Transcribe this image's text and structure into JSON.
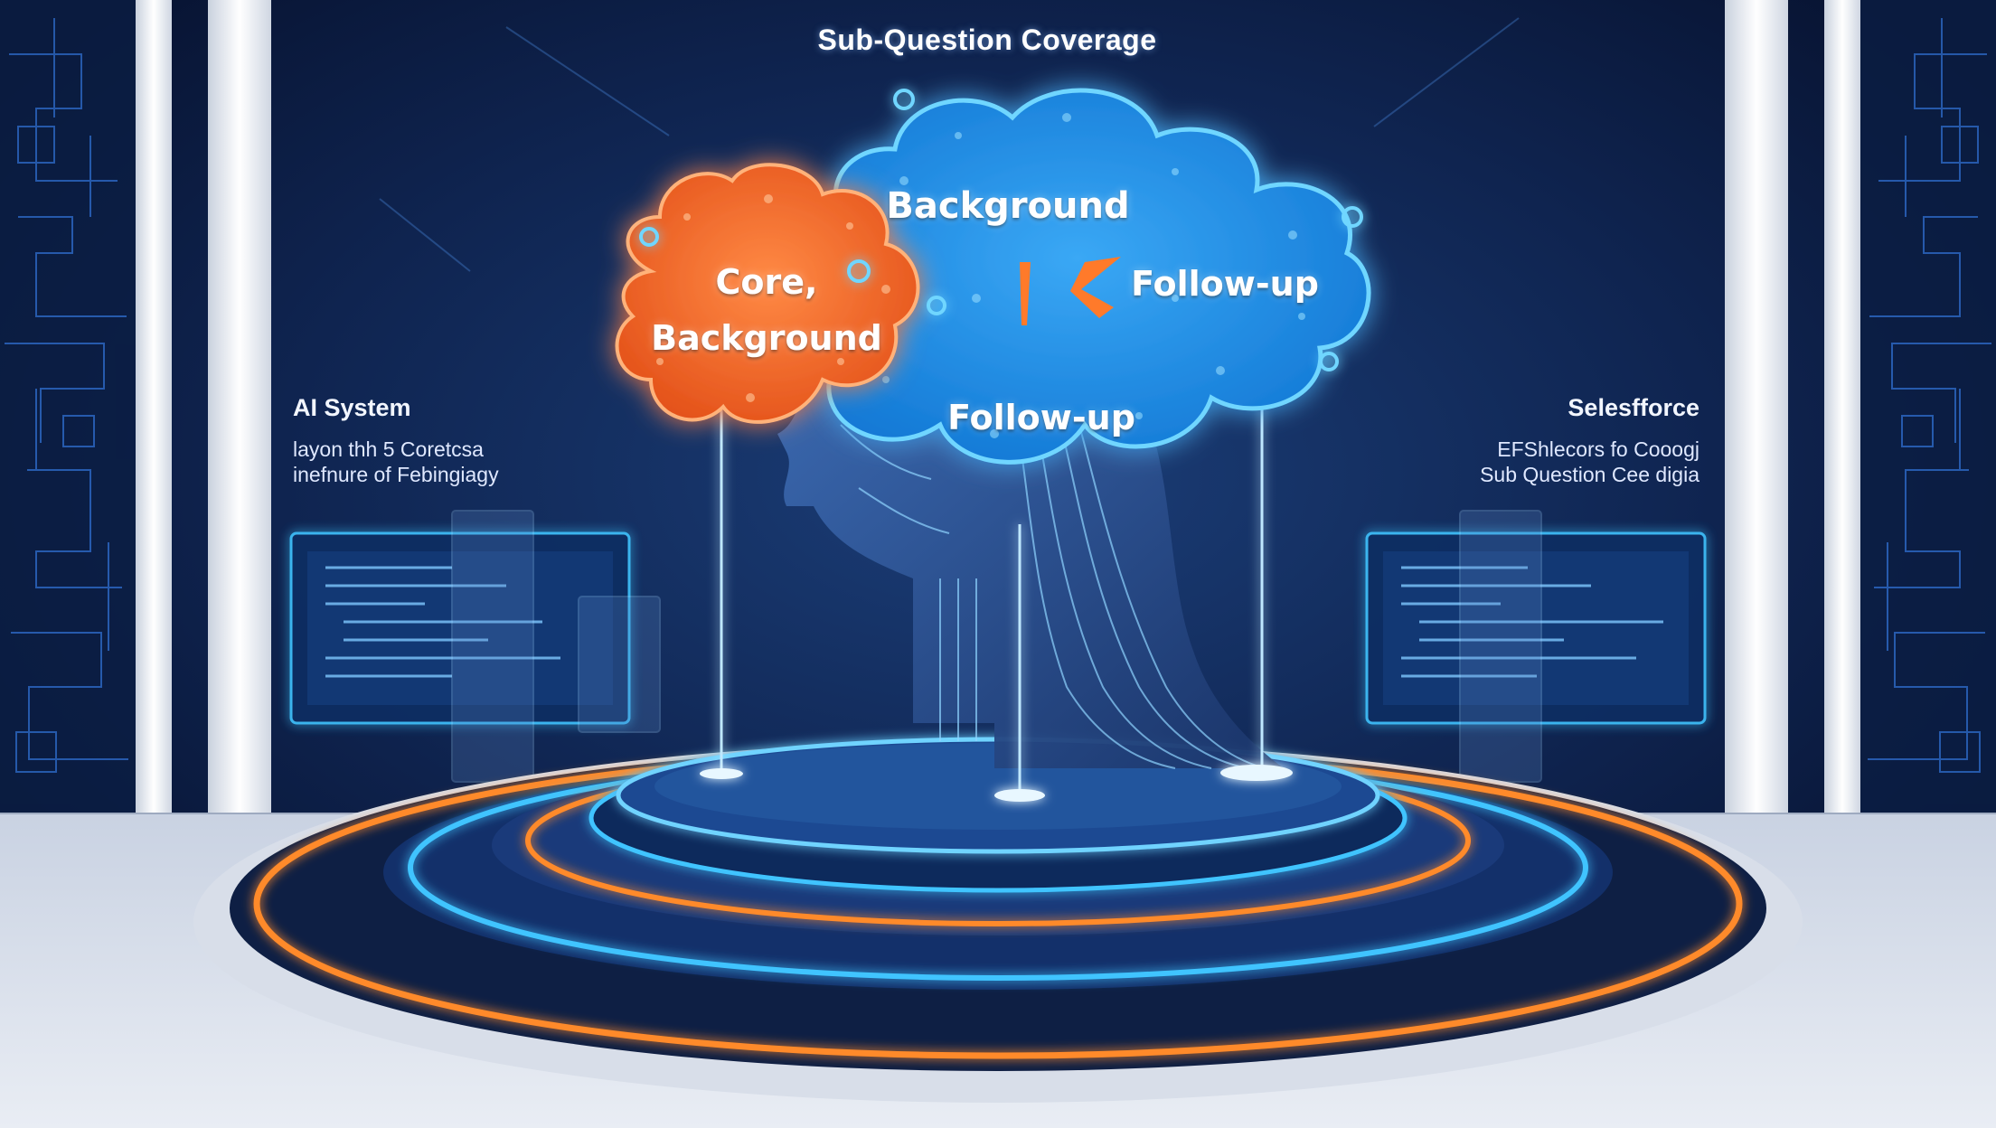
{
  "title": "Sub-Question Coverage",
  "clouds": {
    "orange": {
      "line1": "Core,",
      "line2": "Background"
    },
    "blue_top": "Background",
    "blue_right": "Follow-up",
    "blue_bottom": "Follow-up"
  },
  "left_panel": {
    "heading": "AI System",
    "line1": "layon thh 5 Coretcsa",
    "line2": "inefnure of Febingiagy"
  },
  "right_panel": {
    "heading": "Selesfforce",
    "line1": "EFShlecors fo Cooogj",
    "line2": "Sub Question Cee digia"
  },
  "colors": {
    "background": "#0a1630",
    "orange_cloud": "#f2692a",
    "blue_cloud": "#1e90e6",
    "glow_cyan": "#3fc4ff",
    "ring_orange": "#ff8a2a",
    "wall_white": "#e8ecf4"
  }
}
